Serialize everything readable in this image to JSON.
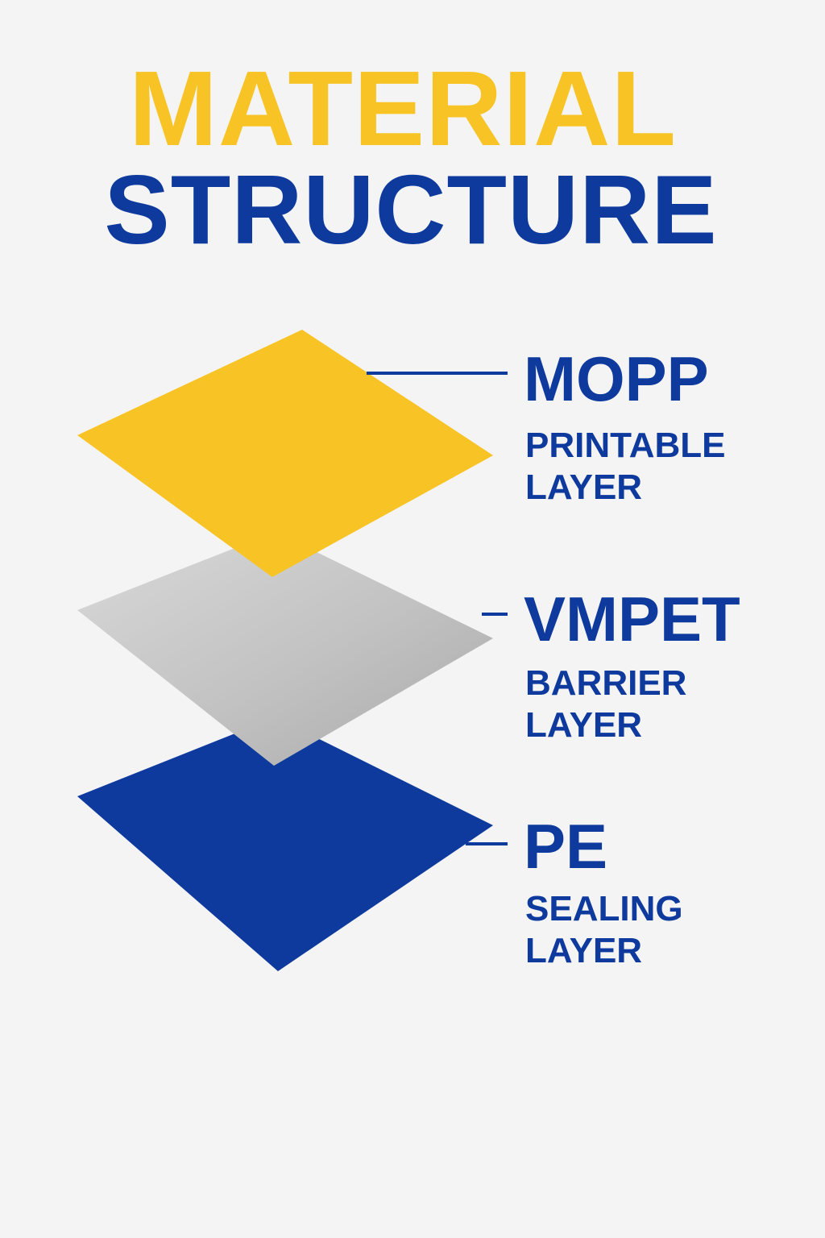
{
  "title": {
    "line1": "MATERIAL",
    "line2": "STRUCTURE"
  },
  "colors": {
    "background": "#f4f4f4",
    "accent_yellow": "#f7c325",
    "brand_blue": "#0e3a9e",
    "silver": "#bdbdbd"
  },
  "layers": [
    {
      "name": "MOPP",
      "role_line1": "PRINTABLE",
      "role_line2": "LAYER",
      "color": "#f7c325"
    },
    {
      "name": "VMPET",
      "role_line1": "BARRIER",
      "role_line2": "LAYER",
      "color": "#bdbdbd"
    },
    {
      "name": "PE",
      "role_line1": "SEALING",
      "role_line2": "LAYER",
      "color": "#0e3a9e"
    }
  ]
}
